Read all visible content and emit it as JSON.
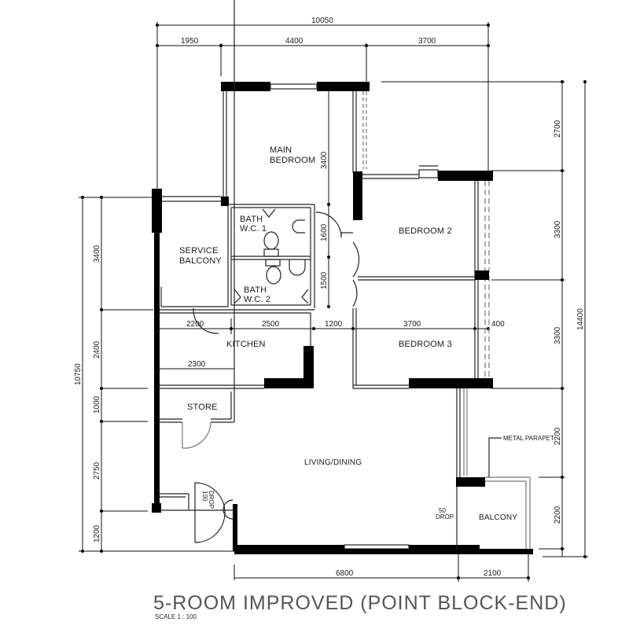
{
  "plan": {
    "title": "5-ROOM IMPROVED (POINT BLOCK-END)",
    "scale": "SCALE  1 : 100"
  },
  "rooms": {
    "main_bedroom": [
      "MAIN",
      "BEDROOM"
    ],
    "bedroom_2": "BEDROOM  2",
    "bedroom_3": "BEDROOM  3",
    "bath_wc_1": [
      "BATH",
      "W.C.  1"
    ],
    "bath_wc_2": [
      "BATH",
      "W.C.  2"
    ],
    "service_balcony": [
      "SERVICE",
      "BALCONY"
    ],
    "kitchen": "KITCHEN",
    "store": "STORE",
    "living_dining": "LIVING/DINING",
    "balcony": "BALCONY"
  },
  "annotations": {
    "metal_parapet": "METAL PARAPET",
    "drop_50": [
      "50",
      "DROP"
    ],
    "drop_100": [
      "100",
      "DROP"
    ]
  },
  "dimensions": {
    "top_overall": "10050",
    "top": [
      "1950",
      "4400",
      "3700"
    ],
    "right_overall": "14400",
    "right": [
      "2700",
      "3300",
      "3300",
      "2200",
      "2200"
    ],
    "left_overall": "10750",
    "left": [
      "3400",
      "2400",
      "1000",
      "2750",
      "1200"
    ],
    "interior_main_bedroom": "3400",
    "interior_baths": [
      "1600",
      "1500"
    ],
    "mid_row": [
      "2200",
      "2500",
      "1200",
      "3700",
      "400"
    ],
    "kitchen_counter": "2300",
    "bottom": [
      "6800",
      "2100"
    ]
  },
  "colors": {
    "wall": "#000000",
    "line": "#222222",
    "title": "#555555",
    "background": "#ffffff"
  }
}
